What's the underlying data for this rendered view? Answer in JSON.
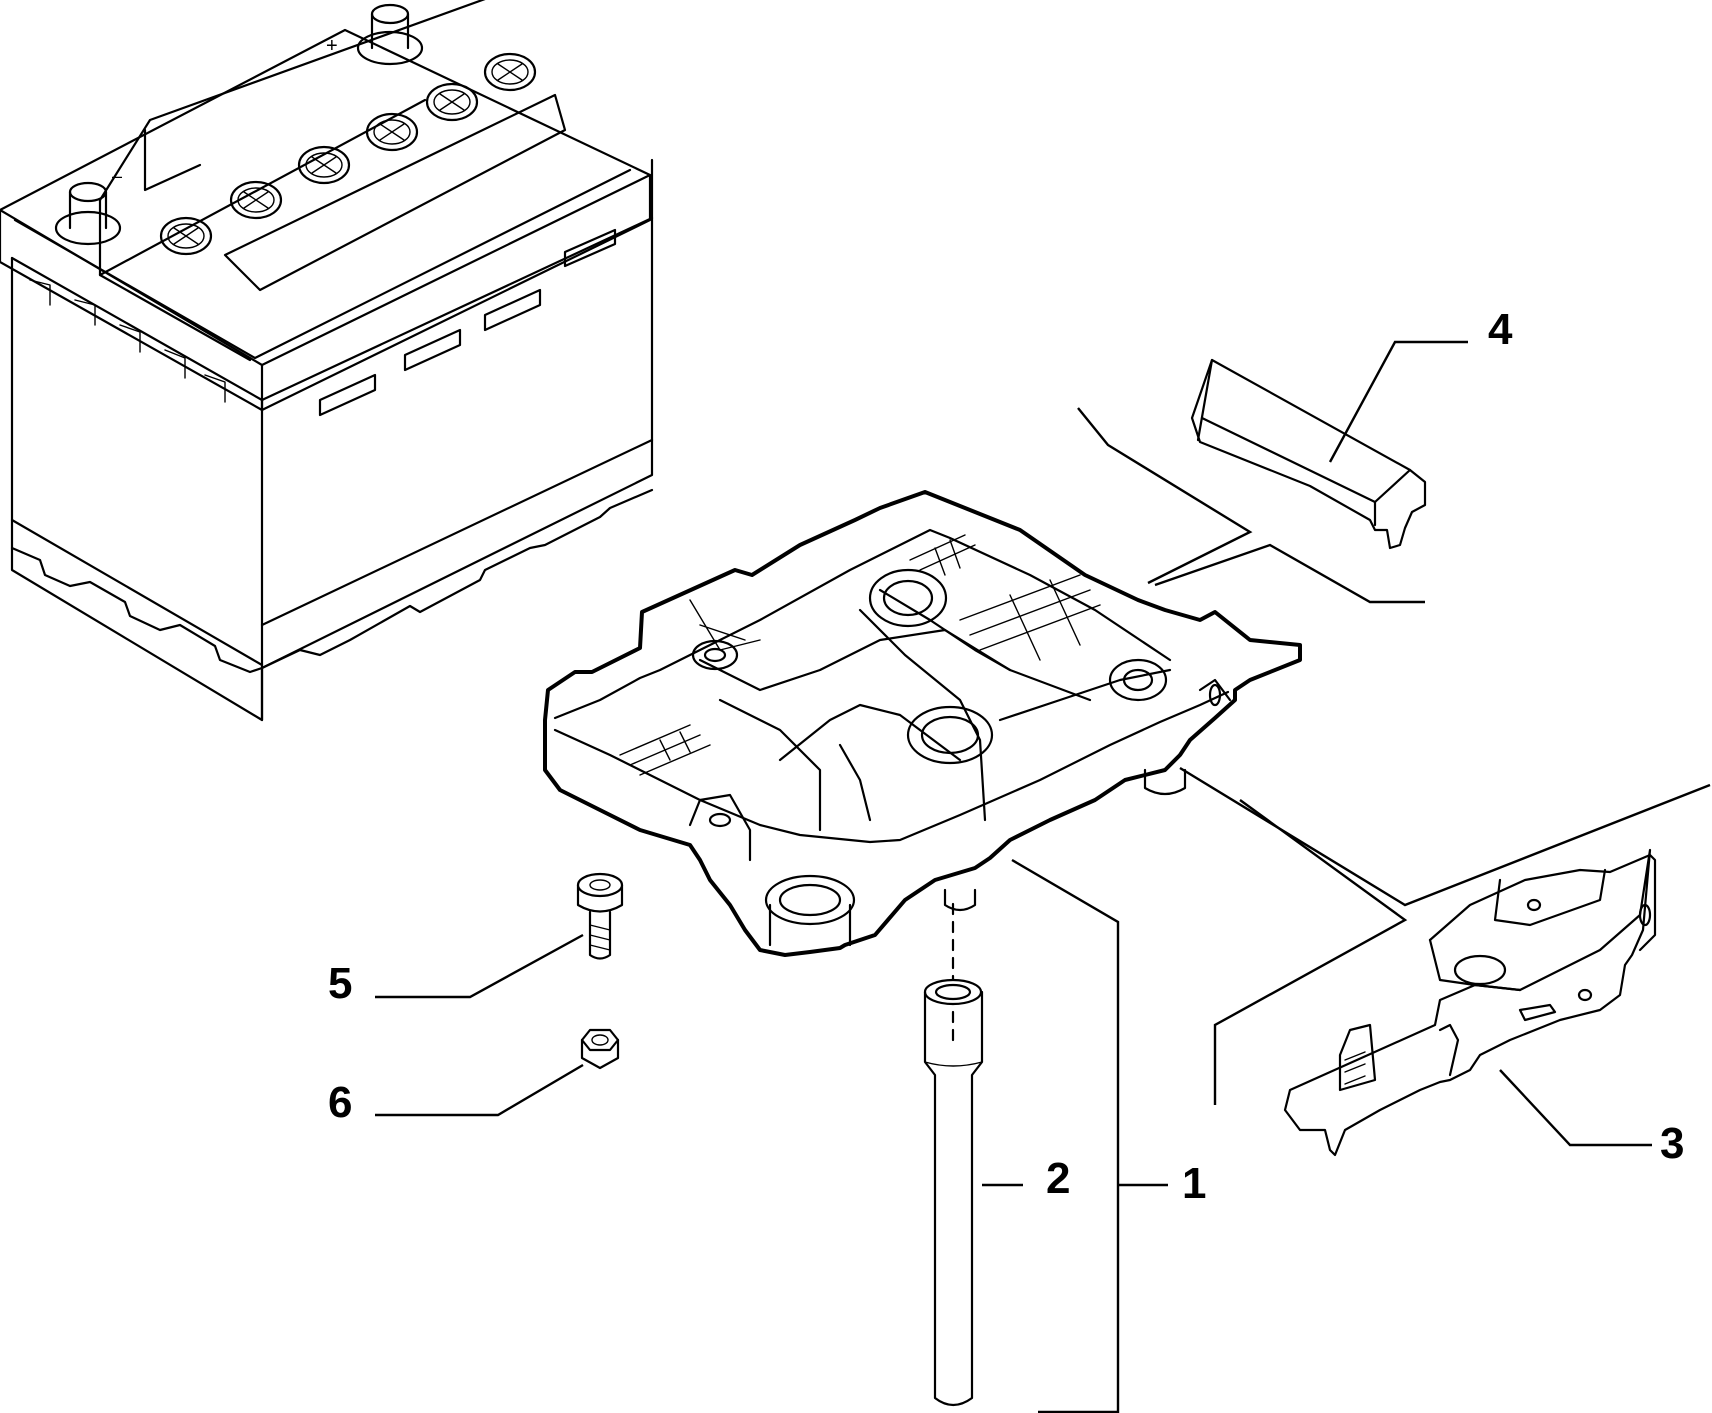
{
  "callouts": [
    {
      "id": "1",
      "label": "1"
    },
    {
      "id": "2",
      "label": "2"
    },
    {
      "id": "3",
      "label": "3"
    },
    {
      "id": "4",
      "label": "4"
    },
    {
      "id": "5",
      "label": "5"
    },
    {
      "id": "6",
      "label": "6"
    }
  ],
  "battery": {
    "terminal_plus": "+",
    "terminal_minus": "–"
  }
}
